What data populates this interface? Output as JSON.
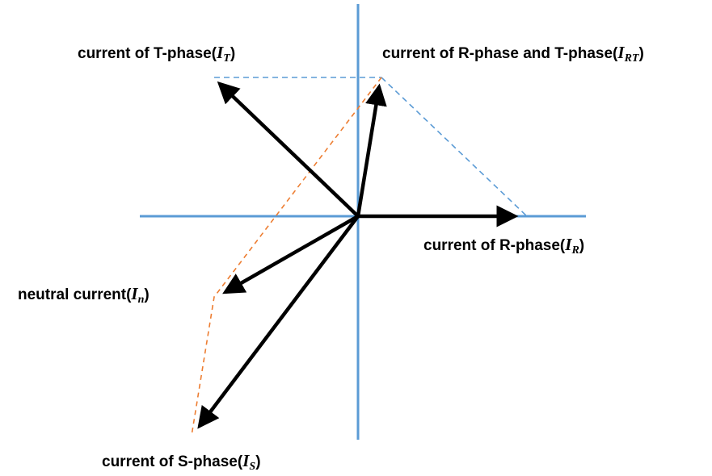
{
  "colors": {
    "axis": "#5b9bd5",
    "vector": "#000000",
    "construction_blue": "#5b9bd5",
    "construction_orange": "#ed7d31"
  },
  "labels": {
    "it": {
      "prefix": "current of T-phase(",
      "symbol": "I",
      "sub": "T",
      "suffix": ")"
    },
    "irt": {
      "prefix": "current of R-phase and T-phase(",
      "symbol": "I",
      "sub": "RT",
      "suffix": ")"
    },
    "ir": {
      "prefix": "current of R-phase(",
      "symbol": "I",
      "sub": "R",
      "suffix": ")"
    },
    "in": {
      "prefix": "neutral current(",
      "symbol": "I",
      "sub": "n",
      "suffix": ")"
    },
    "is": {
      "prefix": "current of S-phase(",
      "symbol": "I",
      "sub": "S",
      "suffix": ")"
    }
  }
}
